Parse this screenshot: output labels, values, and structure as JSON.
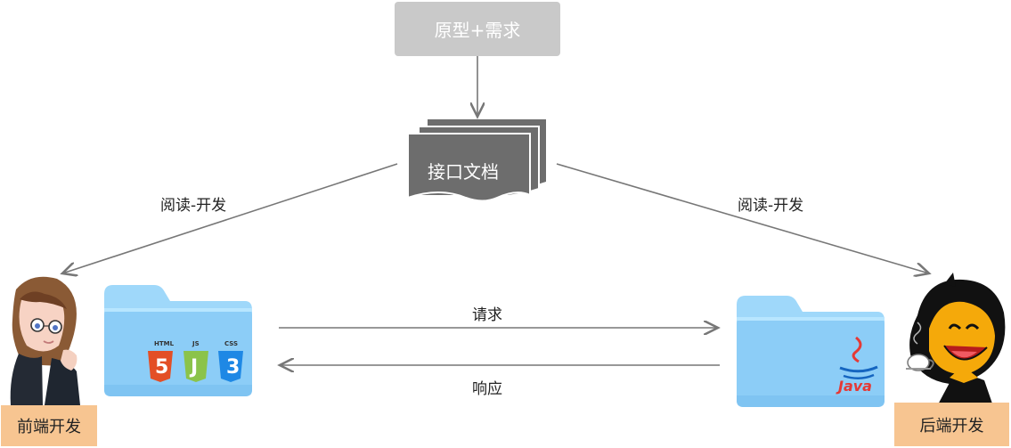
{
  "top_box": {
    "label": "原型+需求"
  },
  "document": {
    "label": "接口文档"
  },
  "left_edge_label": "阅读-开发",
  "right_edge_label": "阅读-开发",
  "request_label": "请求",
  "response_label": "响应",
  "frontend": {
    "label": "前端开发",
    "tech_logos": [
      "HTML",
      "JS",
      "CSS"
    ]
  },
  "backend": {
    "label": "后端开发",
    "tech_logo": "Java"
  },
  "colors": {
    "arrow": "#777777",
    "folder": "#8fd0f8",
    "label_box": "#f7c591",
    "doc_box": "#6d6d6d",
    "top_box": "#c9c9c9"
  }
}
